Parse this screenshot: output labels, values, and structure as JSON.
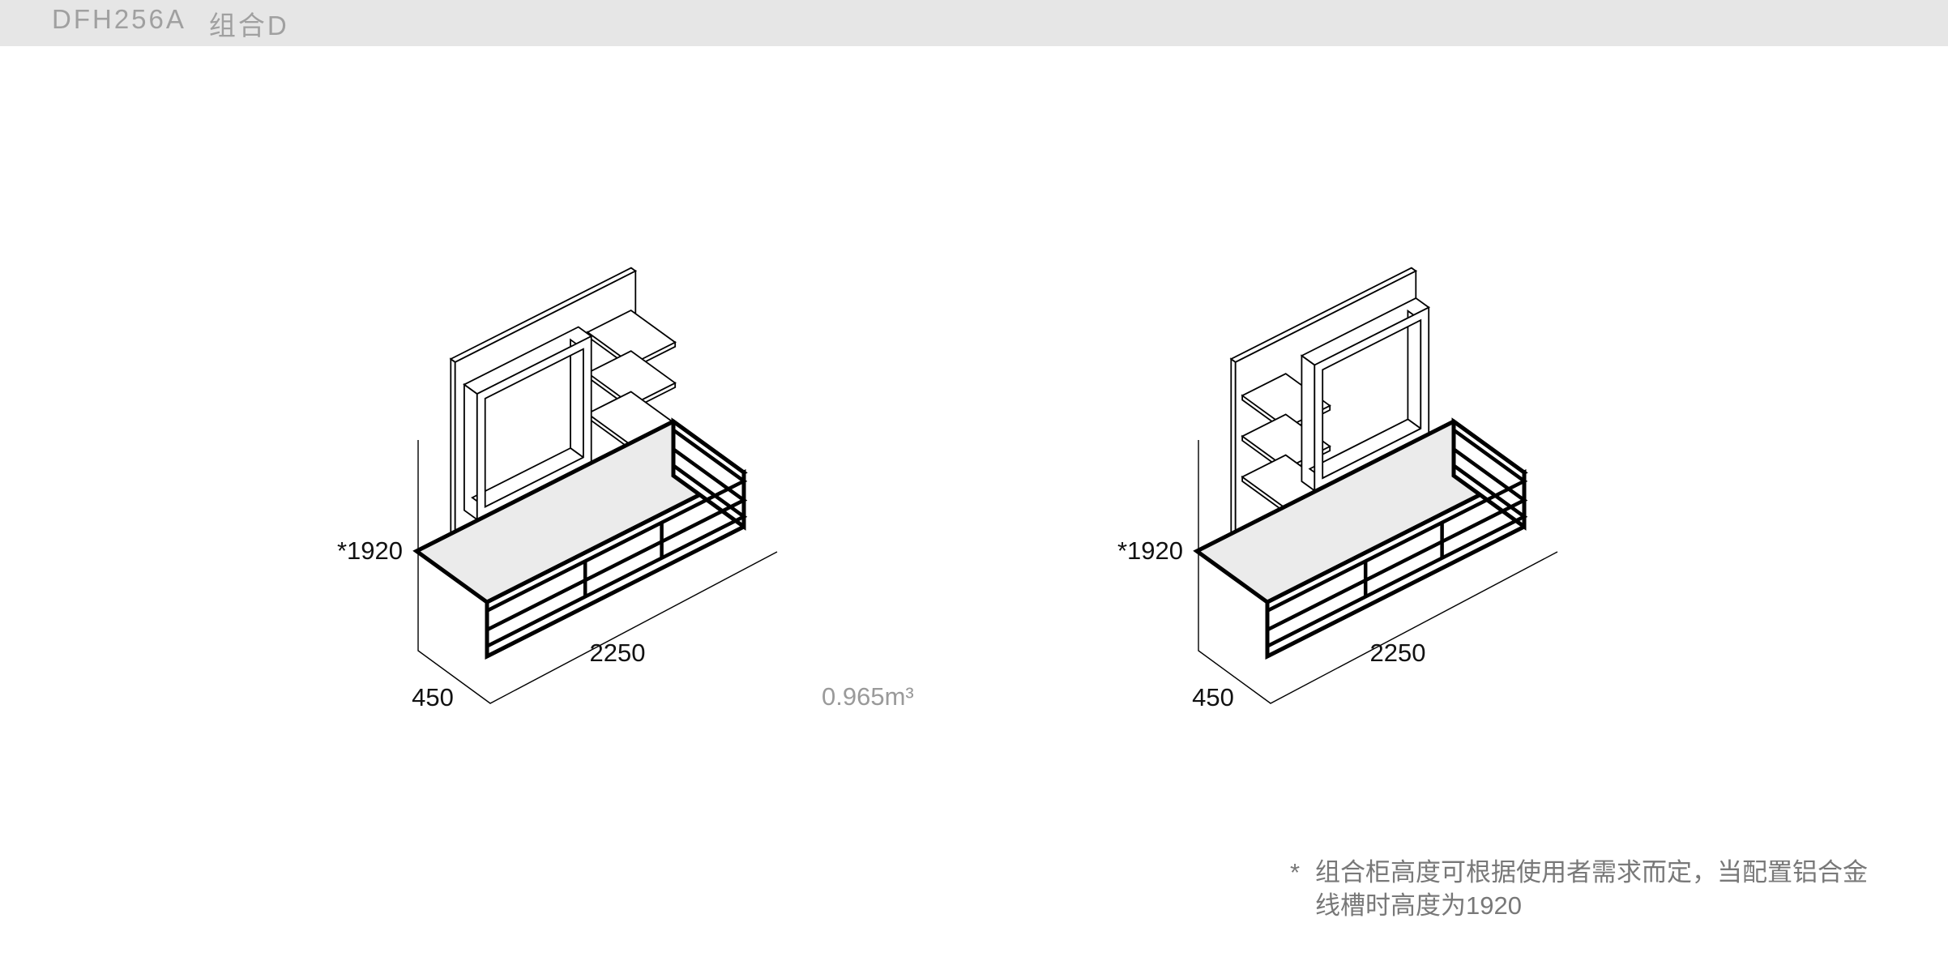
{
  "header": {
    "model": "DFH256A",
    "combo": "组合D",
    "bar_color": "#e6e6e6",
    "text_color": "#a0a0a0"
  },
  "figures": {
    "left": {
      "height_label": "*1920",
      "depth_label": "450",
      "width_label": "2250",
      "volume_label": "0.965m³"
    },
    "right": {
      "height_label": "*1920",
      "depth_label": "450",
      "width_label": "2250"
    }
  },
  "footnote": {
    "marker": "*",
    "line1": "组合柜高度可根据使用者需求而定，当配置铝合金",
    "line2": "线槽时高度为1920"
  },
  "colors": {
    "line": "#000000",
    "cabinet_top_fill": "#ebebeb",
    "dim_text": "#111111",
    "volume_text": "#9a9a9a",
    "footnote_text": "#787878"
  }
}
